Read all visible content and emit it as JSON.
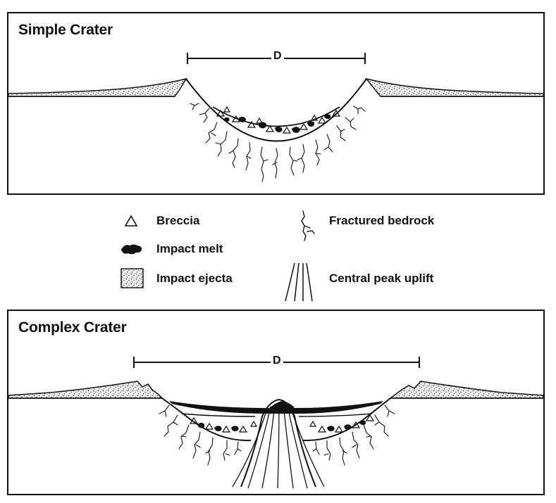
{
  "simple_crater": {
    "title": "Simple Crater",
    "diameter_label": "D"
  },
  "complex_crater": {
    "title": "Complex Crater",
    "diameter_label": "D"
  },
  "legend": {
    "breccia": "Breccia",
    "impact_melt": "Impact melt",
    "impact_ejecta": "Impact ejecta",
    "fractured_bedrock": "Fractured bedrock",
    "central_peak_uplift": "Central peak uplift"
  }
}
